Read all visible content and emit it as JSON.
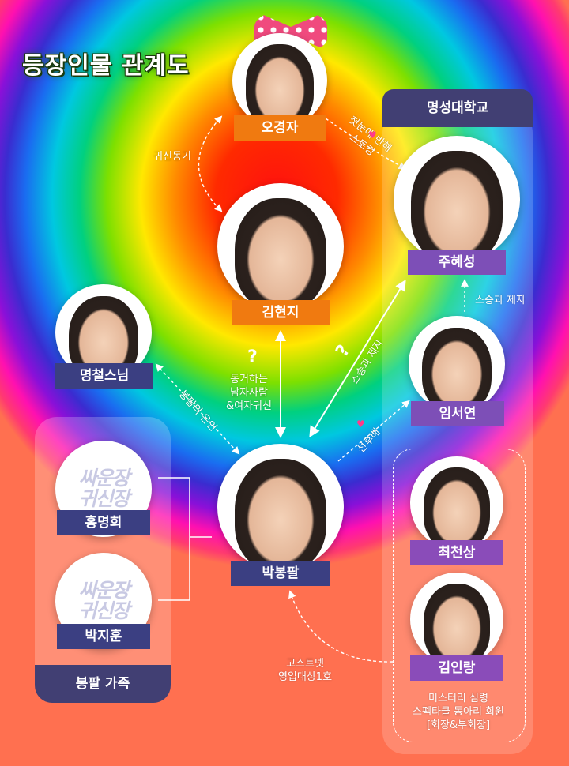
{
  "title": "등장인물 관계도",
  "groups": {
    "school": "명성대학교",
    "family": "봉팔 가족"
  },
  "characters": {
    "ogyeongja": "오경자",
    "kimhyeonji": "김현지",
    "juhyeseong": "주혜성",
    "myeongcheol": "명철스님",
    "imseoyeon": "임서연",
    "hongmyeonghui": "홍명희",
    "parkbongpal": "박봉팔",
    "parkjihun": "박지훈",
    "choicheonsang": "최천상",
    "kiminrang": "김인랑"
  },
  "logo_text": "싸운장\n귀신장",
  "relations": {
    "ghost_mate": "귀신동기",
    "first_sight": "첫눈에 반해\n스토킹",
    "teacher_student": "스승과 제자",
    "question": "?",
    "living_together": "동거하는\n남자사람\n&여자귀신",
    "mentor": "스승과 제자",
    "benefactor": "봉팔의 은인",
    "senior_junior": "선후배",
    "ghostnet": "고스트넷\n영입대상1호",
    "club": "미스터리 심령\n스펙타클 동아리 회원\n[회장&부회장]"
  },
  "colors": {
    "orange_tag": "#f07a10",
    "purple_tag": "#7d4fb7",
    "navy_tag": "#3b3f82",
    "group_label": "#413f73"
  }
}
